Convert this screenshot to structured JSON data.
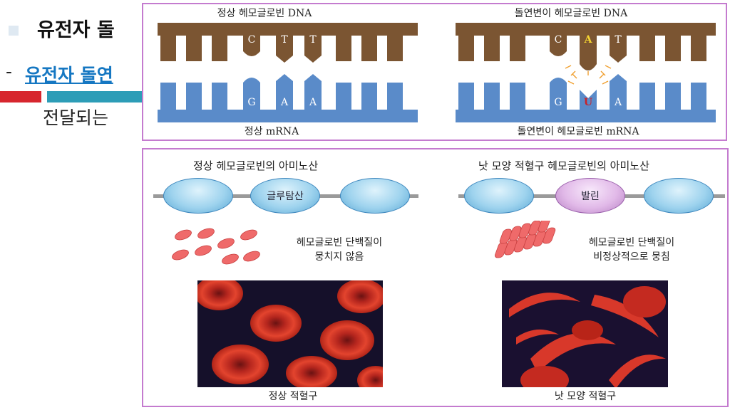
{
  "slide": {
    "title": "유전자 돌",
    "subheading_dash": "-",
    "subheading": "유전자 돌연",
    "body_line": "전달되는"
  },
  "dna_panel": {
    "normal_dna_label": "정상 헤모글로빈 DNA",
    "mutant_dna_label": "돌연변이 헤모글로빈 DNA",
    "normal_mrna_label": "정상 mRNA",
    "mutant_mrna_label": "돌연변이 헤모글로빈 mRNA",
    "normal_dna_bases": [
      "C",
      "T",
      "T"
    ],
    "normal_mrna_bases": [
      "G",
      "A",
      "A"
    ],
    "mutant_dna_bases": [
      "C",
      "A",
      "T"
    ],
    "mutant_mrna_bases": [
      "G",
      "U",
      "A"
    ],
    "colors": {
      "dna_strand": "#7b5532",
      "mrna_strand": "#5a8bc9",
      "mutated_dna_base": "#f5d432",
      "mutated_mrna_base": "#c8232a"
    }
  },
  "protein_panel": {
    "normal_title": "정상 헤모글로빈의 아미노산",
    "sickle_title": "낫 모양 적혈구 헤모글로빈의 아미노산",
    "normal_amino_acid": "글루탐산",
    "sickle_amino_acid": "발린",
    "normal_desc_line1": "헤모글로빈 단백질이",
    "normal_desc_line2": "뭉치지 않음",
    "sickle_desc_line1": "헤모글로빈 단백질이",
    "sickle_desc_line2": "비정상적으로 뭉침",
    "normal_cell_caption": "정상 적혈구",
    "sickle_cell_caption": "낫 모양 적혈구"
  }
}
